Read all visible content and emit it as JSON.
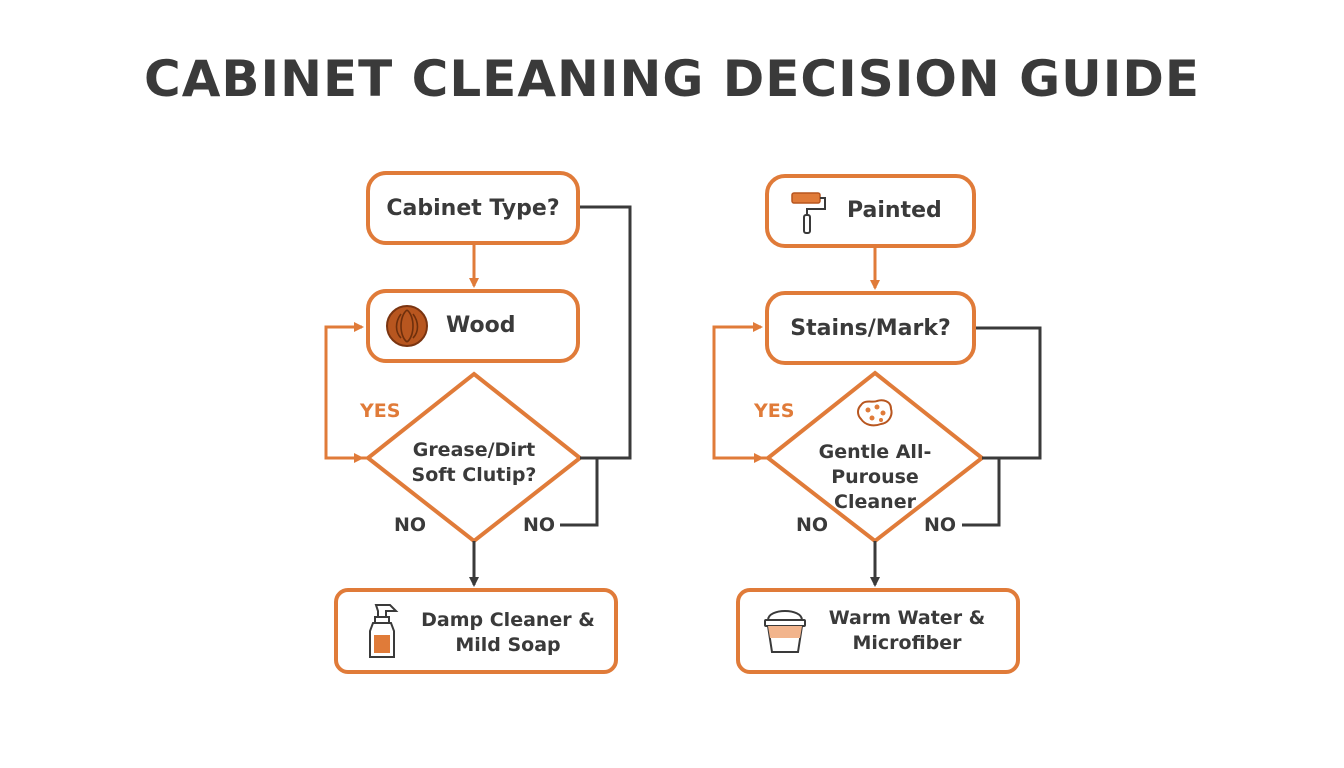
{
  "title": "CABINET CLEANING DECISION GUIDE",
  "colors": {
    "accent": "#e07b39",
    "line_dark": "#3a3a3a",
    "text": "#3a3a3a",
    "background": "#ffffff"
  },
  "left": {
    "start": {
      "label": "Cabinet Type?"
    },
    "material": {
      "label": "Wood",
      "icon": "wood-grain-icon"
    },
    "decision": {
      "line1": "Grease/Dirt",
      "line2": "Soft Clutip?"
    },
    "yes_label": "YES",
    "no_label_bottom": "NO",
    "no_label_right": "NO",
    "result": {
      "line1": "Damp Cleaner &",
      "line2": "Mild Soap",
      "icon": "spray-bottle-icon"
    }
  },
  "right": {
    "start": {
      "label": "Painted",
      "icon": "paint-roller-icon"
    },
    "question": {
      "label": "Stains/Mark?"
    },
    "decision": {
      "line1": "Gentle All-Purouse",
      "line2": "Cleaner",
      "icon": "sponge-icon"
    },
    "yes_label": "YES",
    "no_label_bottom": "NO",
    "no_label_right": "NO",
    "result": {
      "line1": "Warm Water &",
      "line2": "Microfiber",
      "icon": "bucket-icon"
    }
  }
}
